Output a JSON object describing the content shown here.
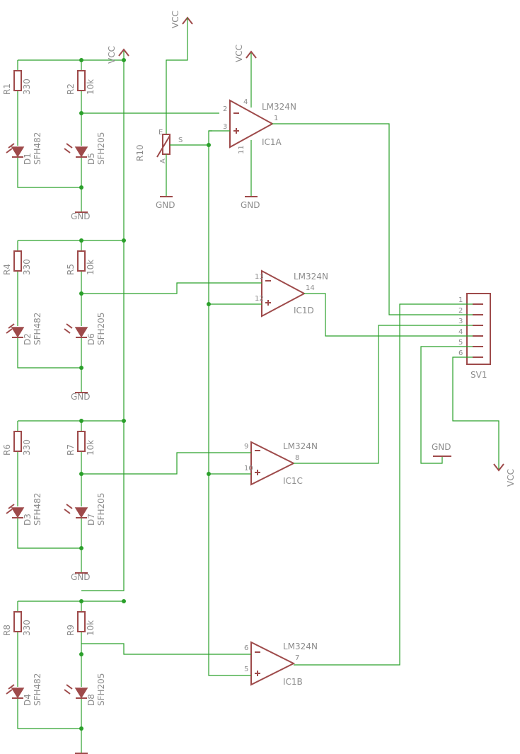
{
  "power": {
    "vcc": "VCC",
    "gnd": "GND"
  },
  "channels": [
    {
      "r_led": "R1",
      "r_led_val": "330",
      "r_sense": "R2",
      "r_sense_val": "10k",
      "led": "D1",
      "led_val": "SFH482",
      "photo": "D5",
      "photo_val": "SFH205"
    },
    {
      "r_led": "R4",
      "r_led_val": "330",
      "r_sense": "R5",
      "r_sense_val": "10k",
      "led": "D2",
      "led_val": "SFH482",
      "photo": "D6",
      "photo_val": "SFH205"
    },
    {
      "r_led": "R6",
      "r_led_val": "330",
      "r_sense": "R7",
      "r_sense_val": "10k",
      "led": "D3",
      "led_val": "SFH482",
      "photo": "D7",
      "photo_val": "SFH205"
    },
    {
      "r_led": "R8",
      "r_led_val": "330",
      "r_sense": "R9",
      "r_sense_val": "10k",
      "led": "D4",
      "led_val": "SFH482",
      "photo": "D8",
      "photo_val": "SFH205"
    }
  ],
  "pot": {
    "name": "R10",
    "pin_e": "E",
    "pin_s": "S",
    "pin_a": "A"
  },
  "opamps": [
    {
      "name": "IC1A",
      "value": "LM324N",
      "pin_minus": "2",
      "pin_plus": "3",
      "pin_out": "1",
      "pin_vcc": "4",
      "pin_gnd": "11"
    },
    {
      "name": "IC1D",
      "value": "LM324N",
      "pin_minus": "13",
      "pin_plus": "12",
      "pin_out": "14"
    },
    {
      "name": "IC1C",
      "value": "LM324N",
      "pin_minus": "9",
      "pin_plus": "10",
      "pin_out": "8"
    },
    {
      "name": "IC1B",
      "value": "LM324N",
      "pin_minus": "6",
      "pin_plus": "5",
      "pin_out": "7"
    }
  ],
  "connector": {
    "name": "SV1",
    "pins": [
      "1",
      "2",
      "3",
      "4",
      "5",
      "6"
    ]
  },
  "colors": {
    "wire": "#2aa02a",
    "part": "#9e4a4a",
    "text": "#8c8c8c",
    "background": "#ffffff"
  }
}
